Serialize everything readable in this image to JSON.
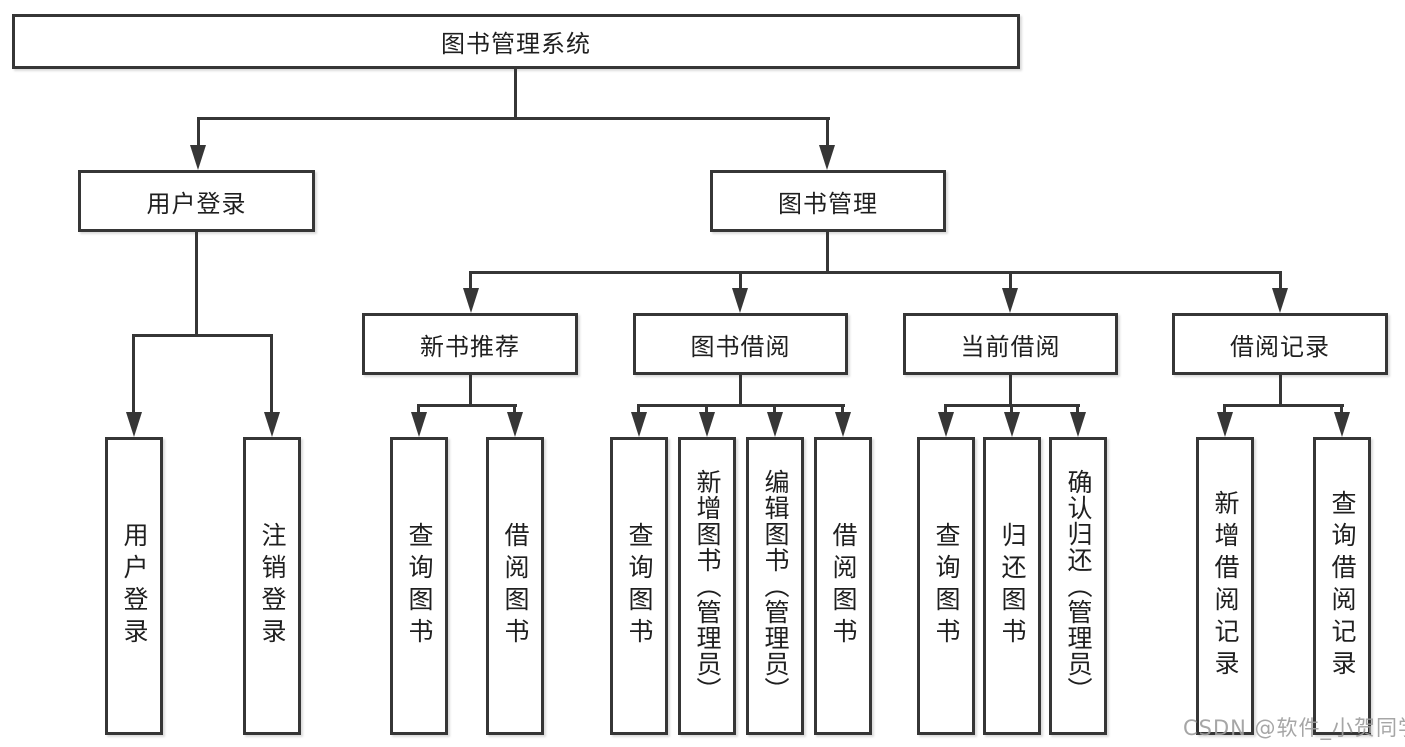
{
  "diagram": {
    "title": "图书管理系统",
    "root": {
      "label": "图书管理系统"
    },
    "level2": [
      {
        "label": "用户登录"
      },
      {
        "label": "图书管理"
      }
    ],
    "level3": [
      {
        "label": "新书推荐"
      },
      {
        "label": "图书借阅"
      },
      {
        "label": "当前借阅"
      },
      {
        "label": "借阅记录"
      }
    ],
    "leaves": {
      "user_login": [
        "用户登录",
        "注销登录"
      ],
      "new_book": [
        "查询图书",
        "借阅图书"
      ],
      "book_borrow": [
        "查询图书",
        "新增图书（管理员）",
        "编辑图书（管理员）",
        "借阅图书"
      ],
      "current_borrow": [
        "查询图书",
        "归还图书",
        "确认归还（管理员）"
      ],
      "borrow_records": [
        "新增借阅记录",
        "查询借阅记录"
      ]
    }
  },
  "watermark": {
    "text": "CSDN @软件_小贺同学"
  },
  "colors": {
    "line": "#363636",
    "border": "#363636",
    "text": "#1f1f1f",
    "watermark": "#9e9e9e",
    "background": "#ffffff"
  }
}
